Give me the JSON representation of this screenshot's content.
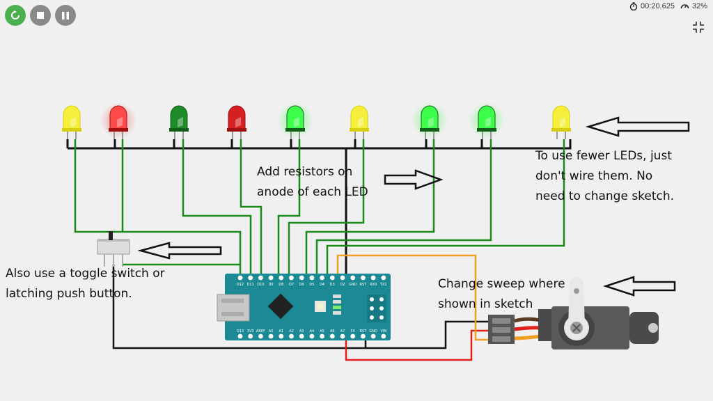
{
  "toolbar": {
    "restart_icon": "restart-icon",
    "stop_icon": "stop-icon",
    "pause_icon": "pause-icon",
    "restart_color": "#4caf50",
    "button_color": "#8a8a8a"
  },
  "status": {
    "timer": "00:20.625",
    "speed": "32%"
  },
  "annotations": {
    "resistors_line1": "Add resistors on",
    "resistors_line2": "anode of each LED",
    "fewer_line1": "To use fewer LEDs, just",
    "fewer_line2": "don't wire them. No",
    "fewer_line3": "need to change sketch.",
    "toggle_line1": "Also use a toggle switch or",
    "toggle_line2": "latching push button.",
    "sweep_line1": "Change sweep where",
    "sweep_line2": "shown in sketch"
  },
  "leds": [
    "yellow",
    "red",
    "green",
    "red",
    "green",
    "yellow",
    "green",
    "green",
    "yellow"
  ],
  "led_lit": [
    false,
    true,
    false,
    false,
    true,
    false,
    true,
    true,
    false
  ],
  "board": {
    "top_pins": [
      "D12",
      "D11",
      "D10",
      "D9",
      "D8",
      "D7",
      "D6",
      "D5",
      "D4",
      "D3",
      "D2",
      "GND",
      "RST",
      "RX0",
      "TX1"
    ],
    "bottom_pins": [
      "D13",
      "3V3",
      "AREF",
      "A0",
      "A1",
      "A2",
      "A3",
      "A4",
      "A5",
      "A6",
      "A7",
      "5V",
      "RST",
      "GND",
      "VIN"
    ],
    "leds": [
      "TX",
      "RX",
      "PWR",
      "L"
    ]
  },
  "colors": {
    "background": "#f0f0f0",
    "board": "#1b8a94",
    "wire_green": "#1a8a1a",
    "wire_black": "#111111",
    "wire_red": "#e0201a",
    "wire_orange": "#f0a020"
  }
}
